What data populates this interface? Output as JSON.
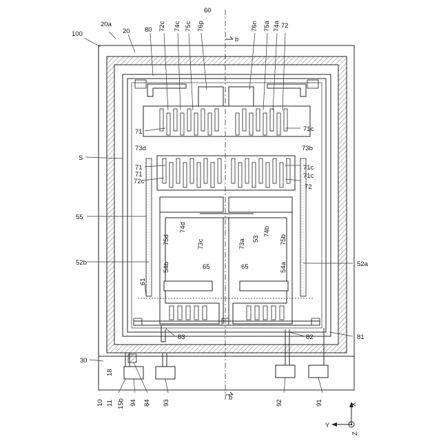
{
  "figure": {
    "labels": {
      "l100": "100",
      "l20a": "20a",
      "l20": "20",
      "l80": "80",
      "l72c_top": "72c",
      "l74c_top": "74c",
      "l75c": "75c",
      "l76p": "76p",
      "l60": "60",
      "l_b_top": "b",
      "l76n": "76n",
      "l75a": "75a",
      "l74a": "74a",
      "l72_top": "72",
      "l71_a": "71",
      "l71c_a": "71c",
      "l73d": "73d",
      "l73b": "73b",
      "l71_b": "71",
      "l71c_b": "71c",
      "lS": "S",
      "l72c_mid": "72c",
      "l71_c": "71",
      "l71c_c": "71c",
      "l72_mid": "72",
      "l55": "55",
      "l74d": "74d",
      "l73c": "73c",
      "l73a": "73a",
      "l53": "53",
      "l74b": "74b",
      "l75d": "75d",
      "l75b": "75b",
      "l52b": "52b",
      "l54b": "54b",
      "l65_left": "65",
      "l65_right": "65",
      "l54a": "54a",
      "l52a": "52a",
      "l61": "61",
      "l83": "83",
      "l82": "82",
      "l81": "81",
      "l30": "30",
      "l18": "18",
      "l10": "10",
      "l11": "11",
      "l15b": "15b",
      "l94": "94",
      "l84": "84",
      "l93": "93",
      "l92": "92",
      "l_b_bottom": "b",
      "l91": "91",
      "axis_x": "X",
      "axis_y": "Y",
      "axis_z": "Z"
    }
  }
}
